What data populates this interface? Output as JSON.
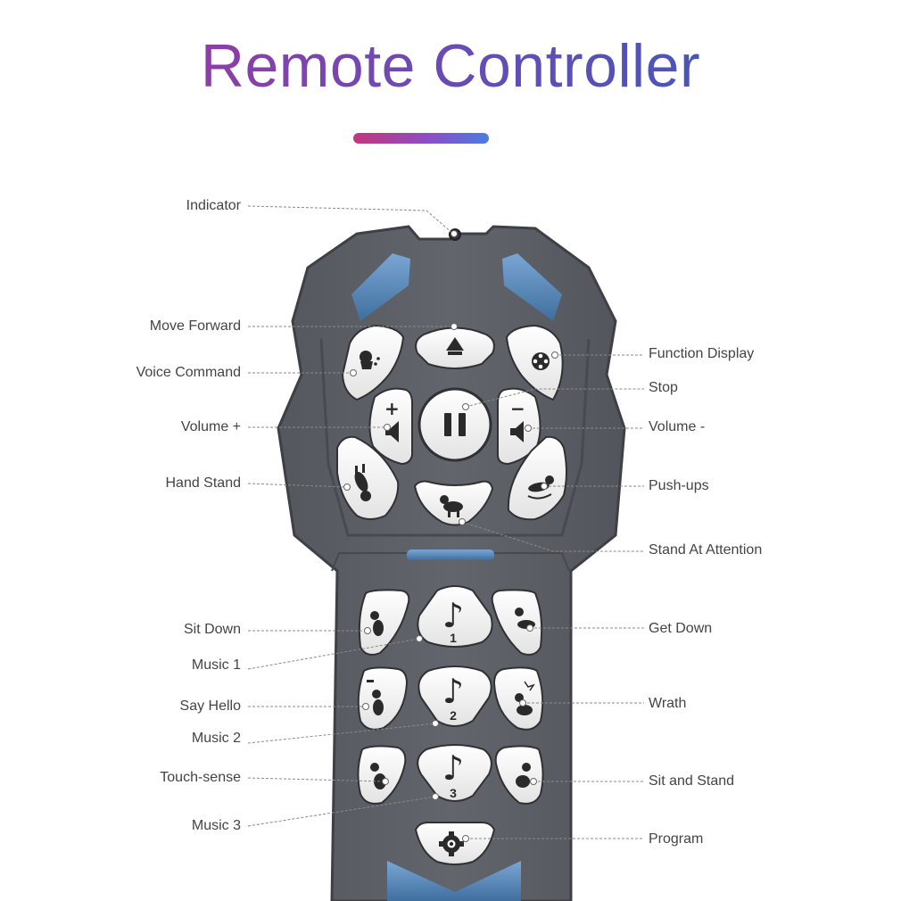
{
  "title": "Remote Controller",
  "labels": {
    "indicator": "Indicator",
    "move_forward": "Move Forward",
    "voice_command": "Voice Command",
    "volume_plus": "Volume +",
    "hand_stand": "Hand Stand",
    "sit_down": "Sit Down",
    "music_1": "Music 1",
    "say_hello": "Say Hello",
    "music_2": "Music 2",
    "touch_sense": "Touch-sense",
    "music_3": "Music 3",
    "function_display": "Function Display",
    "stop": "Stop",
    "volume_minus": "Volume -",
    "push_ups": "Push-ups",
    "stand_at_attention": "Stand At Attention",
    "get_down": "Get Down",
    "wrath": "Wrath",
    "sit_and_stand": "Sit and Stand",
    "program": "Program"
  },
  "buttons": {
    "music_1_num": "1",
    "music_2_num": "2",
    "music_3_num": "3",
    "volume_plus_sign": "+",
    "volume_minus_sign": "−",
    "music_glyph": "♪"
  },
  "colors": {
    "body": "#5d6066",
    "body_dark": "#4a4c51",
    "button": "#f3f3f3",
    "accent_blue": "#5a8ec2",
    "title_start": "#8d3ea6",
    "title_end": "#4b55b8",
    "leader_line": "#8a8a8a"
  }
}
